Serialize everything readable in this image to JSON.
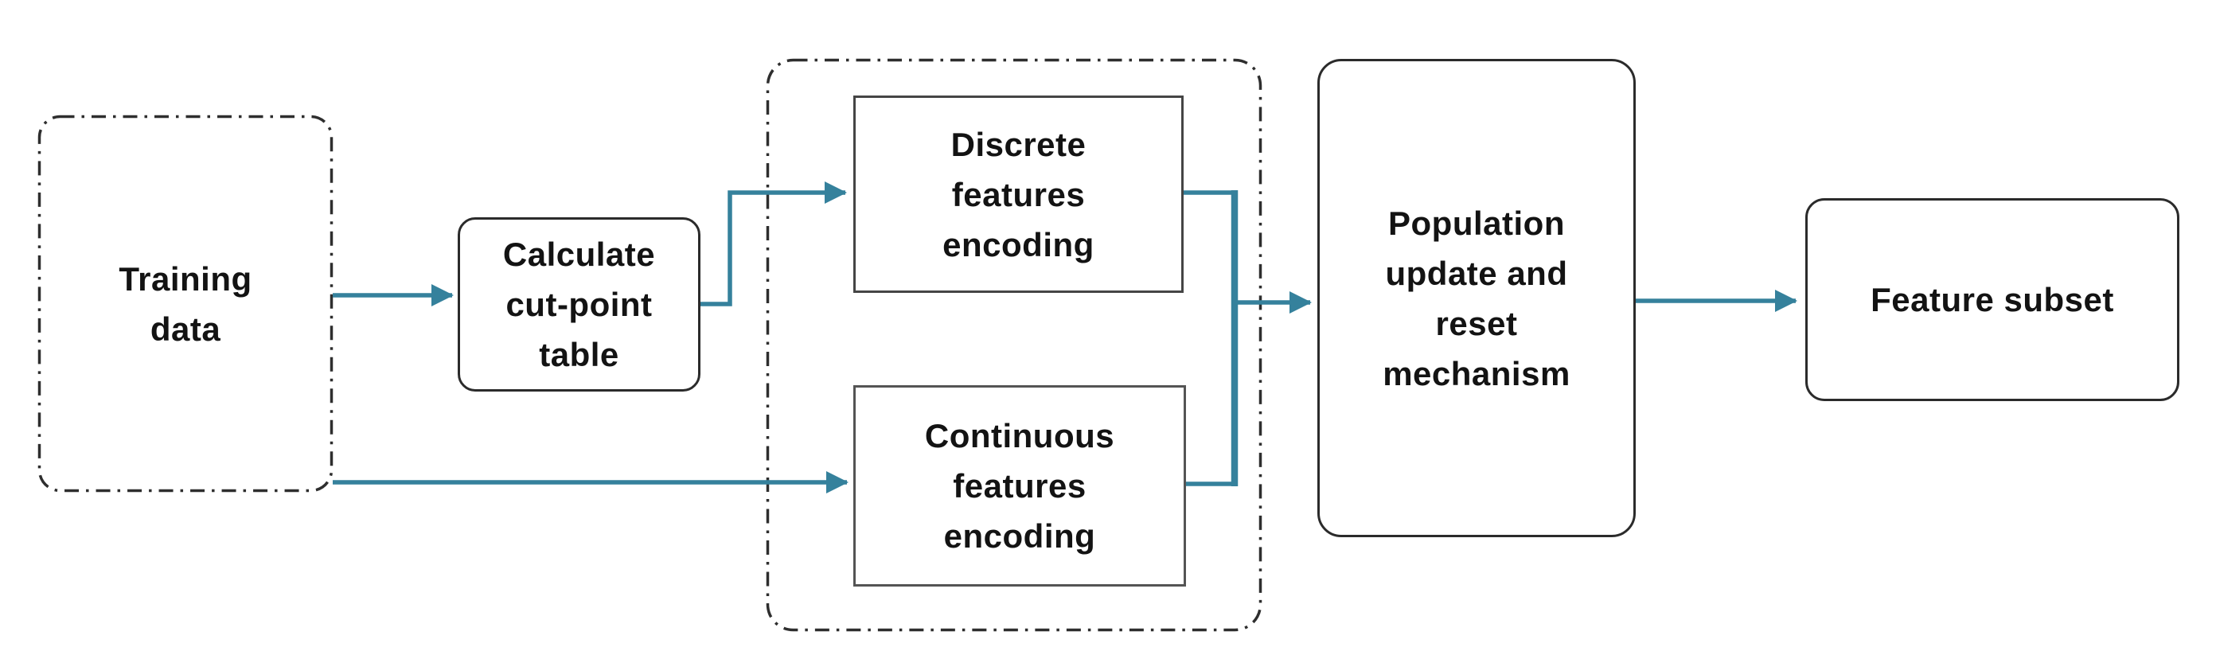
{
  "diagram": {
    "type": "flowchart",
    "background": "#ffffff",
    "colors": {
      "arrow": "#35819c",
      "outer_box_border": "#2b2b2b",
      "inner_box_border": "#4d4d4d",
      "dashdot_border": "#2e2e2e",
      "text": "#131313"
    },
    "nodes": {
      "training": {
        "label": "Training\ndata",
        "border_style": "dash-dot rounded"
      },
      "calc": {
        "label": "Calculate\ncut-point\ntable",
        "border_style": "solid rounded"
      },
      "discrete": {
        "label": "Discrete\nfeatures\nencoding",
        "border_style": "solid square"
      },
      "continuous": {
        "label": "Continuous\nfeatures\nencoding",
        "border_style": "solid square"
      },
      "population": {
        "label": "Population\nupdate and\nreset\nmechanism",
        "border_style": "solid rounded"
      },
      "feature": {
        "label": "Feature subset",
        "border_style": "solid rounded"
      }
    },
    "edges": [
      {
        "from": "training",
        "to": "calc",
        "style": "arrow"
      },
      {
        "from": "calc",
        "to": "discrete",
        "style": "elbow arrow"
      },
      {
        "from": "training",
        "to": "continuous",
        "style": "arrow"
      },
      {
        "from": "discrete",
        "to": "merge-trunk",
        "style": "elbow"
      },
      {
        "from": "continuous",
        "to": "merge-trunk",
        "style": "elbow"
      },
      {
        "from": "merge-trunk",
        "to": "population",
        "style": "arrow"
      },
      {
        "from": "population",
        "to": "feature",
        "style": "arrow"
      }
    ]
  }
}
